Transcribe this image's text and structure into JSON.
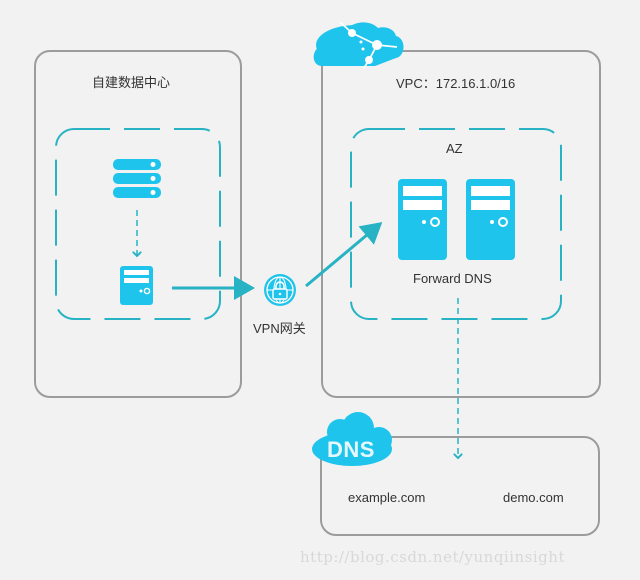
{
  "colors": {
    "accent": "#1fc4ec",
    "connector": "#27b3c4",
    "border": "#9c9c9c",
    "background": "#f2f2f2"
  },
  "datacenter": {
    "title": "自建数据中心",
    "icons": [
      "storage-server-icon",
      "server-icon"
    ]
  },
  "gateway": {
    "label": "VPN网关",
    "icon": "vpn-gateway-globe-lock-icon"
  },
  "vpc": {
    "title": "VPC：172.16.1.0/16",
    "icon": "vpc-cloud-icon",
    "az": {
      "title": "AZ",
      "servers_label": "Forward DNS",
      "icons": [
        "server-icon",
        "server-icon"
      ]
    }
  },
  "dns": {
    "badge": "DNS",
    "domains": [
      "example.com",
      "demo.com"
    ]
  },
  "watermark": "http://blog.csdn.net/yunqiinsight"
}
